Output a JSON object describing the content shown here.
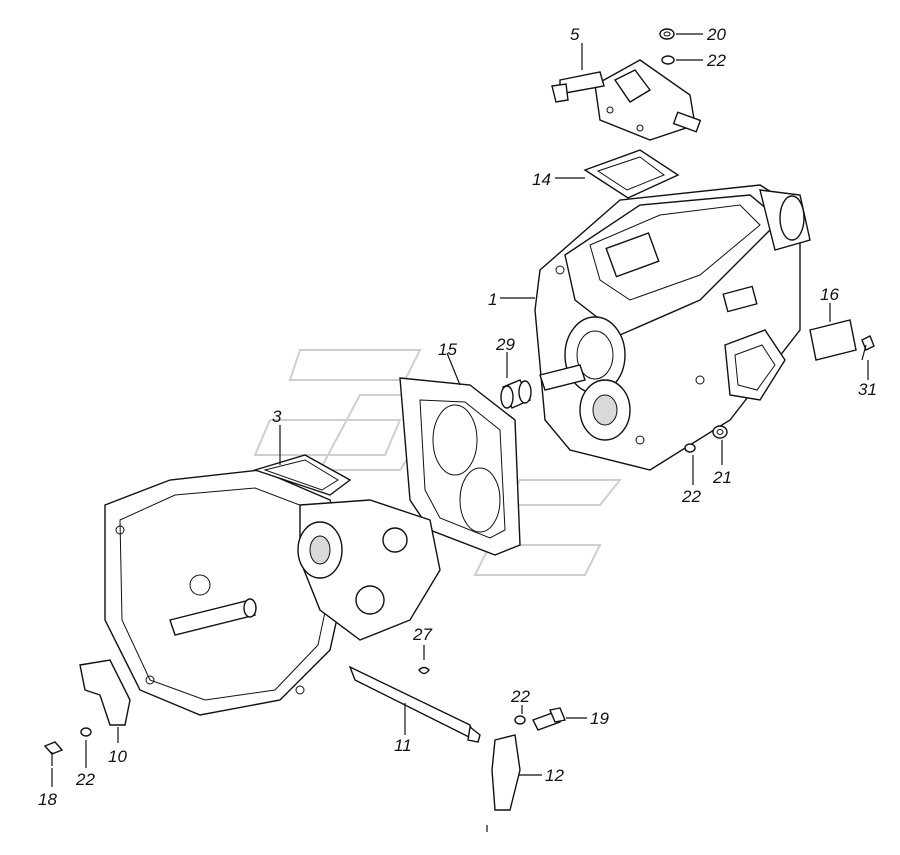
{
  "diagram": {
    "type": "exploded-parts-view",
    "callouts": [
      {
        "id": "c1",
        "label": "1"
      },
      {
        "id": "c3",
        "label": "3"
      },
      {
        "id": "c5",
        "label": "5"
      },
      {
        "id": "c10",
        "label": "10"
      },
      {
        "id": "c11",
        "label": "11"
      },
      {
        "id": "c12",
        "label": "12"
      },
      {
        "id": "c14",
        "label": "14"
      },
      {
        "id": "c15",
        "label": "15"
      },
      {
        "id": "c16",
        "label": "16"
      },
      {
        "id": "c18",
        "label": "18"
      },
      {
        "id": "c19",
        "label": "19"
      },
      {
        "id": "c20",
        "label": "20"
      },
      {
        "id": "c21",
        "label": "21"
      },
      {
        "id": "c22a",
        "label": "22"
      },
      {
        "id": "c22b",
        "label": "22"
      },
      {
        "id": "c22c",
        "label": "22"
      },
      {
        "id": "c22d",
        "label": "22"
      },
      {
        "id": "c27",
        "label": "27"
      },
      {
        "id": "c29",
        "label": "29"
      },
      {
        "id": "c31",
        "label": "31"
      }
    ]
  }
}
